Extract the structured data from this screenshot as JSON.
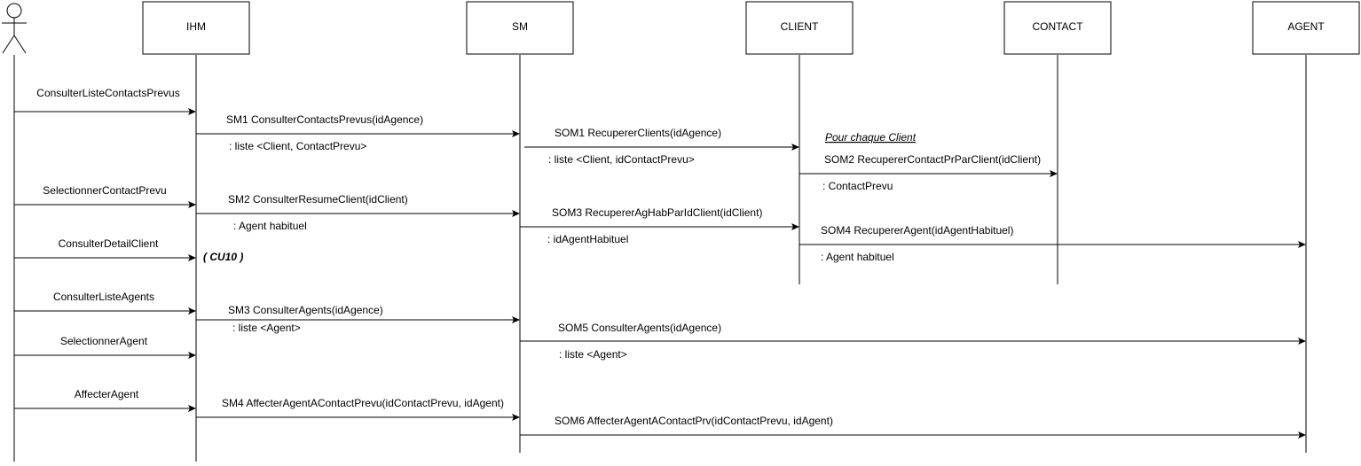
{
  "diagram": {
    "participants": {
      "ihm": "IHM",
      "sm": "SM",
      "client": "CLIENT",
      "contact": "CONTACT",
      "agent": "AGENT"
    },
    "messages": {
      "m1": "ConsulterListeContactsPrevus",
      "m2": "SM1 ConsulterContactsPrevus(idAgence)",
      "m3": ": liste <Client, ContactPrevu>",
      "m4": "SOM1 RecupererClients(idAgence)",
      "m5": "Pour chaque Client",
      "m6": ": liste <Client, idContactPrevu>",
      "m7": "SOM2 RecupererContactPrParClient(idClient)",
      "m8": ": ContactPrevu",
      "m9": "SelectionnerContactPrevu",
      "m10": "SM2 ConsulterResumeClient(idClient)",
      "m11": "SOM3 RecupererAgHabParIdClient(idClient)",
      "m12": ": Agent habituel",
      "m13": "SOM4 RecupererAgent(idAgentHabituel)",
      "m14": ": idAgentHabituel",
      "m15": "ConsulterDetailClient",
      "m16": "( CU10 )",
      "m17": ": Agent habituel",
      "m18": "ConsulterListeAgents",
      "m19": "SM3 ConsulterAgents(idAgence)",
      "m20": ": liste <Agent>",
      "m21": "SOM5 ConsulterAgents(idAgence)",
      "m22": "SelectionnerAgent",
      "m23": ": liste <Agent>",
      "m24": "AffecterAgent",
      "m25": "SM4 AffecterAgentAContactPrevu(idContactPrevu, idAgent)",
      "m26": "SOM6 AffecterAgentAContactPrv(idContactPrevu, idAgent)"
    }
  }
}
